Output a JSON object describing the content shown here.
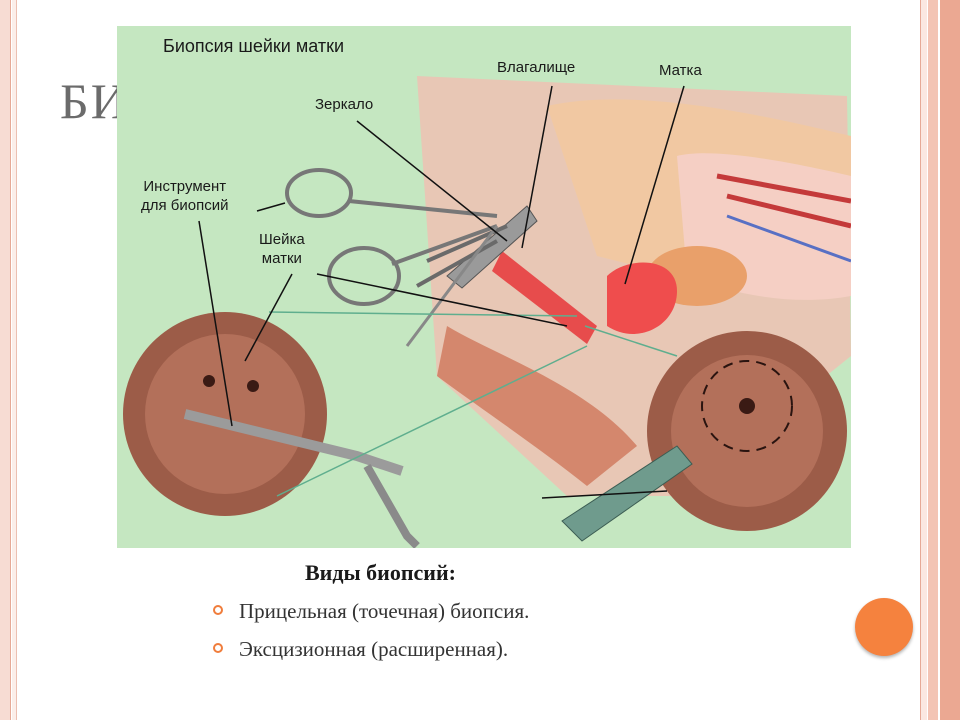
{
  "slide": {
    "title": "БИ",
    "subtitle": "Виды биопсий:",
    "bullets": [
      "Прицельная (точечная) биопсия.",
      "Эксцизионная (расширенная)."
    ]
  },
  "figure": {
    "title": "Биопсия шейки матки",
    "labels": {
      "vagina": "Влагалище",
      "uterus": "Матка",
      "speculum": "Зеркало",
      "biopsy_tool": "Инструмент\nдля биопсий",
      "cervix": "Шейка\nматки"
    }
  },
  "colors": {
    "figure_background": "#c5e7c1",
    "accent_orange": "#f5823e",
    "title_gray": "#6b6b6b"
  }
}
